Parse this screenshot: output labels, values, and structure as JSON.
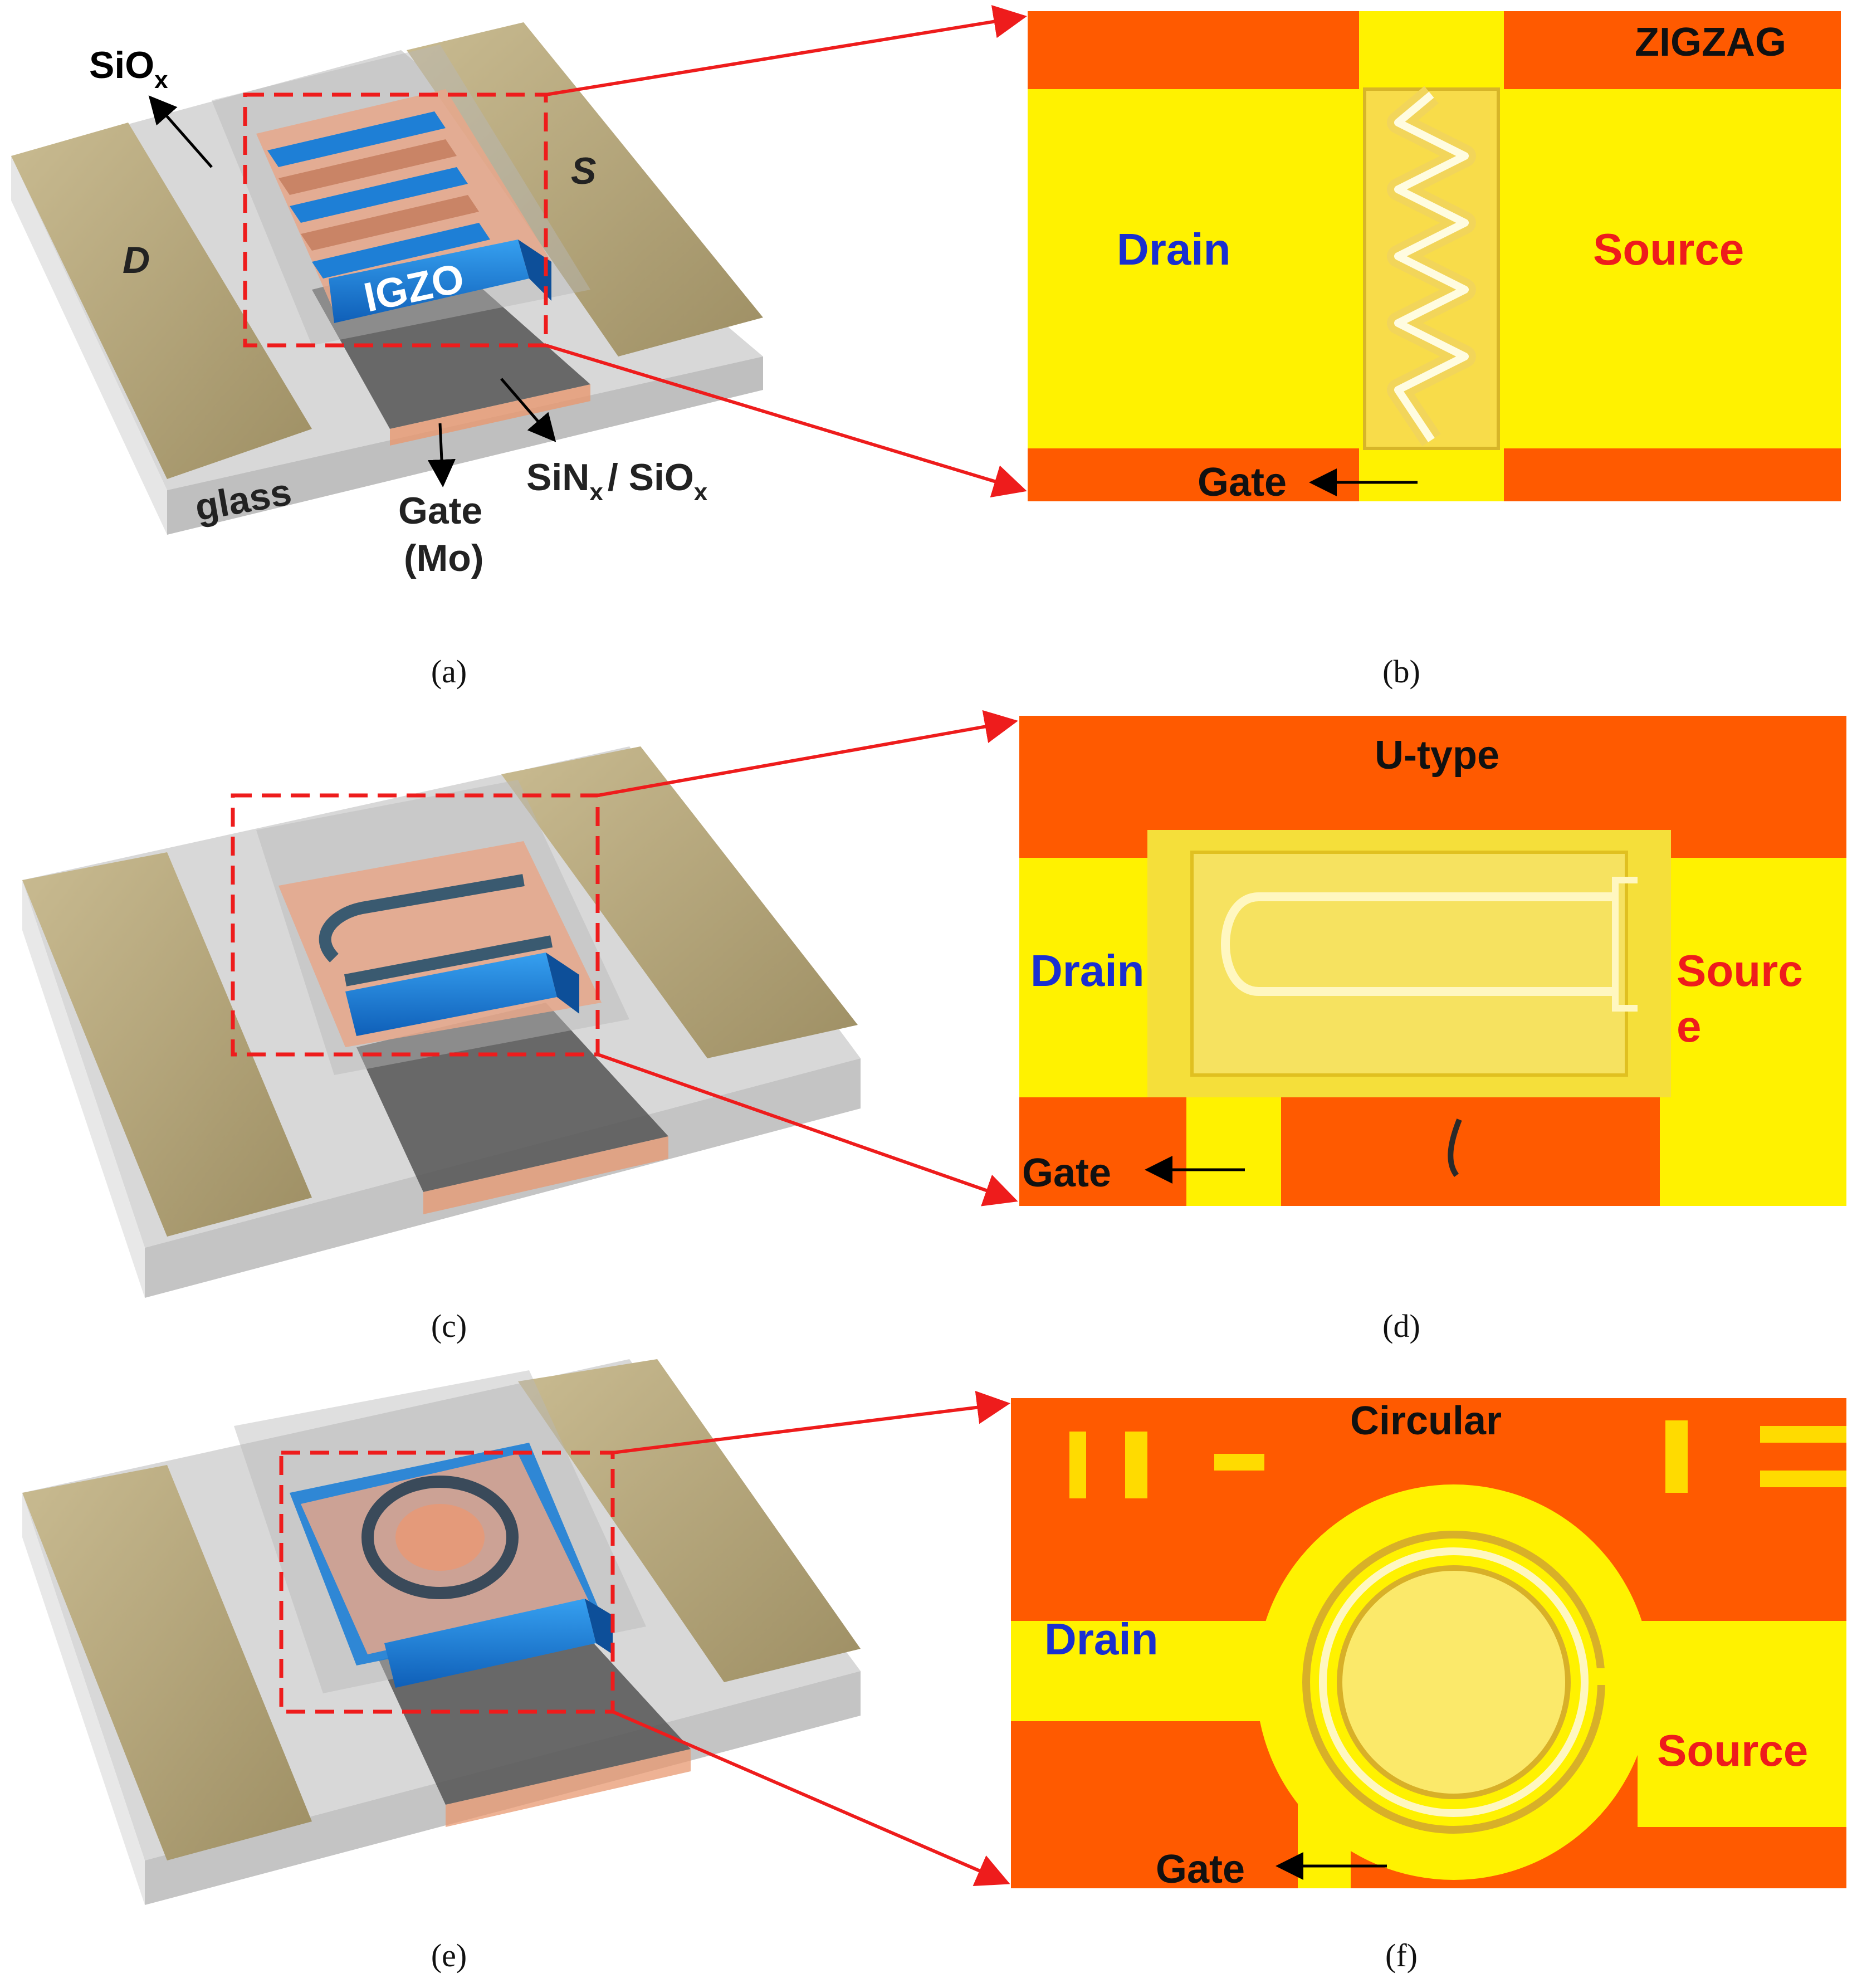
{
  "colors": {
    "micro_orange": "#ff5a00",
    "micro_yellow": "#fff200",
    "electrode_gold": "#b5a47a",
    "igzo_blue": "#1e7fd6",
    "channel_copper": "#e8a78a",
    "arrow_red": "#ee1c1c",
    "drain_blue": "#1a2fd0",
    "source_red": "#ee1c1c"
  },
  "panels": {
    "a": {
      "caption": "(a)",
      "labels": {
        "siox": "SiO",
        "siox_sub": "x",
        "d": "D",
        "s": "S",
        "igzo": "IGZO",
        "glass": "glass",
        "gate_line1": "Gate",
        "gate_line2": "(Mo)",
        "sinx": "SiN",
        "sinx_sub": "x",
        "sinx_sep": "/ SiO",
        "sinx_sub2": "x"
      }
    },
    "b": {
      "caption": "(b)",
      "title": "ZIGZAG",
      "drain": "Drain",
      "source": "Source",
      "gate": "Gate"
    },
    "c": {
      "caption": "(c)"
    },
    "d": {
      "caption": "(d)",
      "title": "U-type",
      "drain": "Drain",
      "source_line1": "Sourc",
      "source_line2": "e",
      "gate": "Gate"
    },
    "e": {
      "caption": "(e)"
    },
    "f": {
      "caption": "(f)",
      "title": "Circular",
      "drain": "Drain",
      "source": "Source",
      "gate": "Gate"
    }
  }
}
